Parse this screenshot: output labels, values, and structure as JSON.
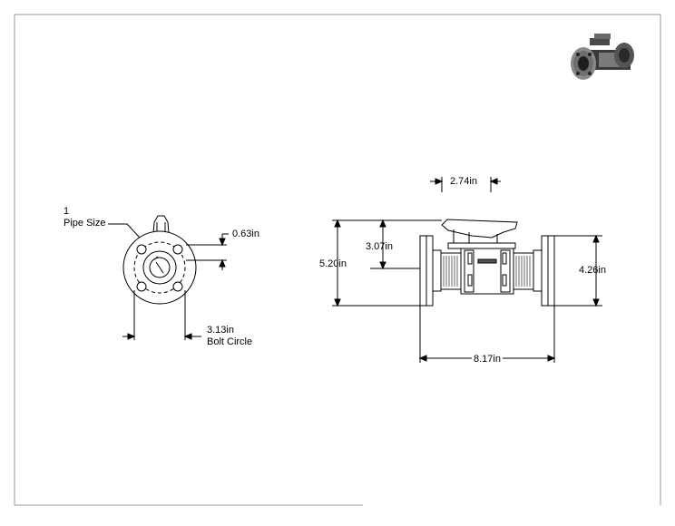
{
  "front_view": {
    "pipe_size_value": "1",
    "pipe_size_label": "Pipe Size",
    "offset_dim": "0.63in",
    "bolt_circle_dim": "3.13in",
    "bolt_circle_label": "Bolt Circle"
  },
  "side_view": {
    "handle_width_dim": "2.74in",
    "handle_height_dim": "3.07in",
    "overall_height_dim": "5.20in",
    "flange_height_dim": "4.26in",
    "overall_length_dim": "8.17in"
  },
  "colors": {
    "line": "#000000",
    "frame": "#9a9a9a",
    "body_fill": "#ffffff"
  }
}
